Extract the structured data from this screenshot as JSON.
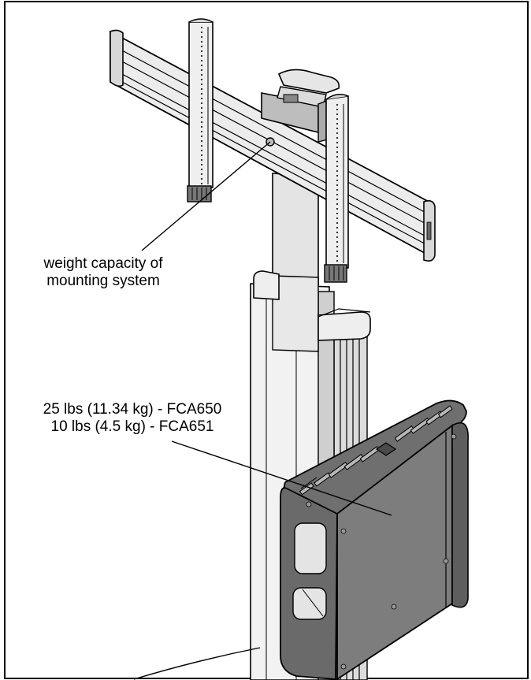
{
  "callouts": {
    "mount_weight": {
      "line1": "weight capacity of",
      "line2": "mounting system"
    },
    "accessory_capacity": {
      "line1": "25 lbs (11.34 kg) - FCA650",
      "line2": "10 lbs (4.5 kg) - FCA651"
    }
  },
  "colors": {
    "line": "#000000",
    "background": "#ffffff",
    "light_gray": "#e6e6e6",
    "mid_gray": "#bdbdbd",
    "shelf_gray": "#7d7d7d",
    "shelf_dark": "#555555"
  },
  "illustration": {
    "components": [
      "monitor-mount-arm",
      "vertical-brackets",
      "mounting-plate",
      "pole-column",
      "column-collar",
      "accessory-shelf"
    ]
  }
}
